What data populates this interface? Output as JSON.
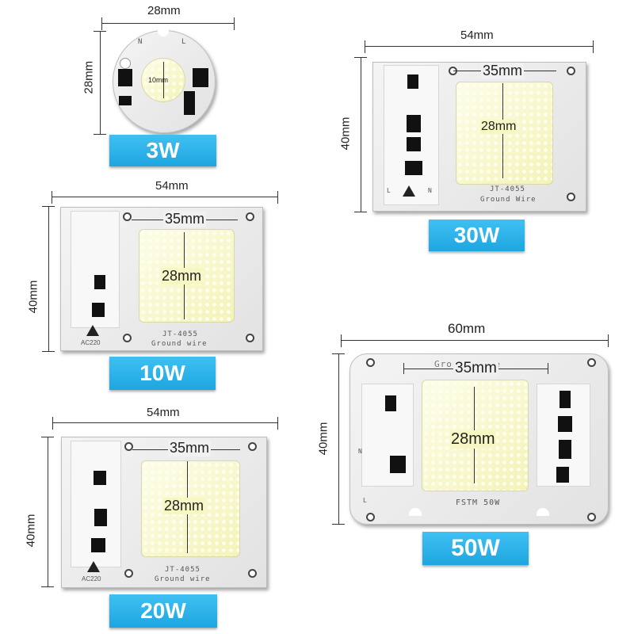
{
  "panels": {
    "w3": {
      "width_label": "28mm",
      "height_label": "28mm",
      "led_label": "10mm",
      "pin_n": "N",
      "pin_l": "L",
      "power_label": "3W"
    },
    "w30": {
      "width_label": "54mm",
      "height_label": "40mm",
      "led_width": "35mm",
      "led_height": "28mm",
      "model": "JT-4055",
      "ground": "Ground Wire",
      "pin_l": "L",
      "pin_n": "N",
      "power_label": "30W"
    },
    "w10": {
      "width_label": "54mm",
      "height_label": "40mm",
      "led_width": "35mm",
      "led_height": "28mm",
      "model": "JT-4055",
      "ground": "Ground wire",
      "voltage": "AC220",
      "power_label": "10W"
    },
    "w20": {
      "width_label": "54mm",
      "height_label": "40mm",
      "led_width": "35mm",
      "led_height": "28mm",
      "model": "JT-4055",
      "ground": "Ground wire",
      "voltage": "AC220",
      "power_label": "20W"
    },
    "w50": {
      "width_label": "60mm",
      "height_label": "40mm",
      "led_width": "35mm",
      "led_height": "28mm",
      "ground": "Ground wire",
      "model": "FSTM 50W",
      "pin_n": "N",
      "pin_l": "L",
      "power_label": "50W"
    }
  },
  "colors": {
    "label_blue": "#2bb2e9",
    "led_yellow": "#f7f7c4",
    "board_white": "#ececec"
  }
}
